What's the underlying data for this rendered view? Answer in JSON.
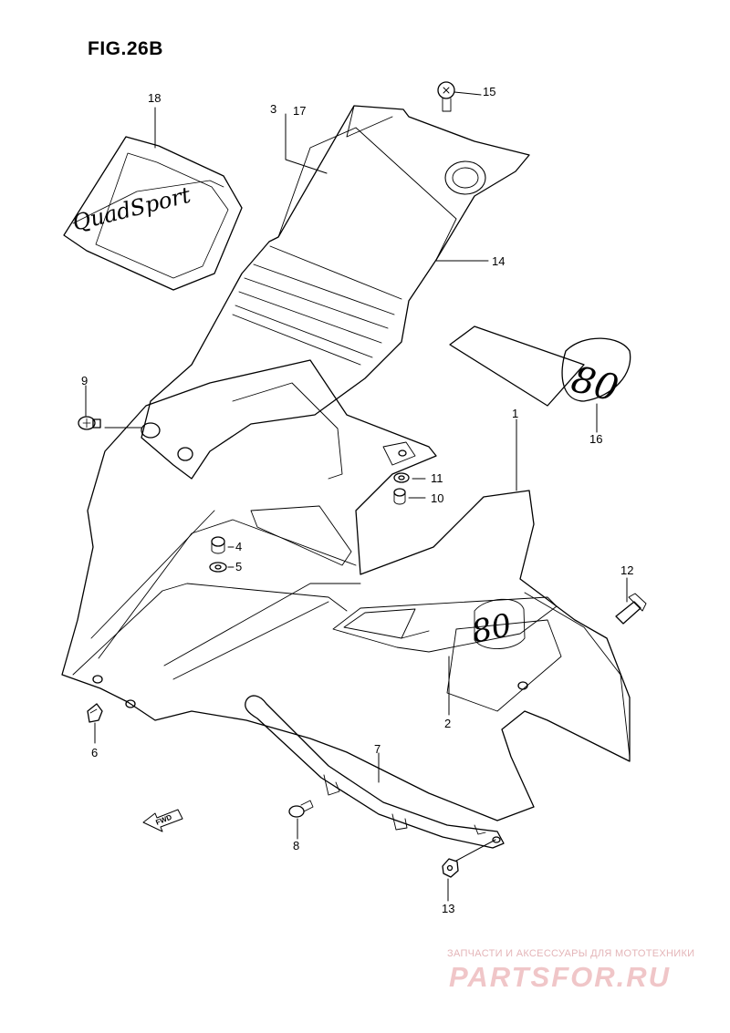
{
  "figure": {
    "title": "FIG.26B"
  },
  "callouts": [
    {
      "id": "c1",
      "label": "1"
    },
    {
      "id": "c2",
      "label": "2"
    },
    {
      "id": "c3",
      "label": "3"
    },
    {
      "id": "c17",
      "label": "17"
    },
    {
      "id": "c4",
      "label": "4"
    },
    {
      "id": "c5",
      "label": "5"
    },
    {
      "id": "c6",
      "label": "6"
    },
    {
      "id": "c7",
      "label": "7"
    },
    {
      "id": "c8",
      "label": "8"
    },
    {
      "id": "c9",
      "label": "9"
    },
    {
      "id": "c10",
      "label": "10"
    },
    {
      "id": "c11",
      "label": "11"
    },
    {
      "id": "c12",
      "label": "12"
    },
    {
      "id": "c13",
      "label": "13"
    },
    {
      "id": "c14",
      "label": "14"
    },
    {
      "id": "c15",
      "label": "15"
    },
    {
      "id": "c16",
      "label": "16"
    },
    {
      "id": "c18",
      "label": "18"
    }
  ],
  "decals": {
    "quad_sport": "QuadSport",
    "model_number": "80",
    "model_number_panel": "80"
  },
  "direction_marker": {
    "label": "FWD"
  },
  "watermark": {
    "tagline": "ЗАПЧАСТИ И АКСЕССУАРЫ ДЛЯ МОТОТЕХНИКИ",
    "brand": "PARTSFOR.RU",
    "color": "#f0c6c8"
  }
}
